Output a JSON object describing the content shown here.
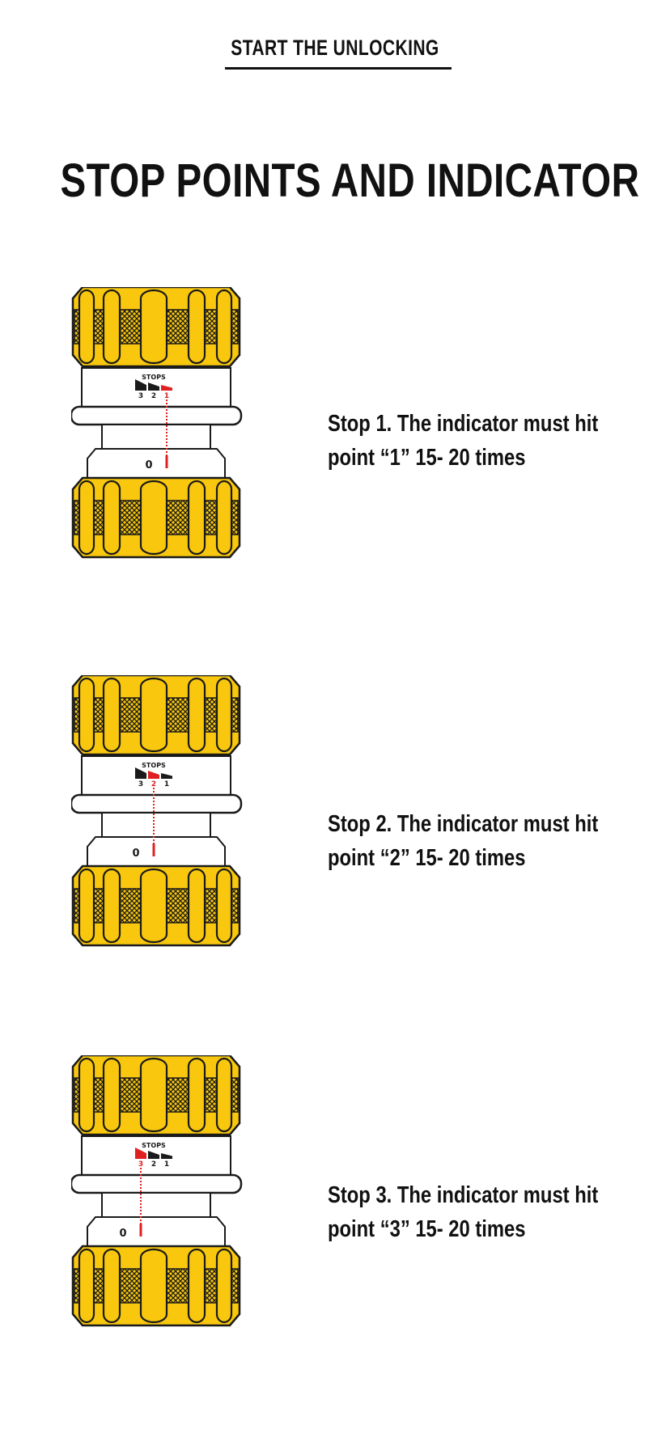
{
  "header": {
    "label": "START THE UNLOCKING"
  },
  "title": "STOP POINTS AND INDICATOR",
  "colors": {
    "body_yellow": "#F8C70E",
    "indicator_red": "#E02020",
    "outline": "#1A1A1A"
  },
  "steps": [
    {
      "caption_line1": "Stop 1. The indicator must hit",
      "caption_line2": " point “1” 15- 20 times",
      "active_point": 1,
      "dial": {
        "label": "STOPS",
        "numbers": [
          "3",
          "2",
          "1"
        ],
        "zero": "0"
      }
    },
    {
      "caption_line1": "Stop 2. The indicator must hit",
      "caption_line2": "  point “2” 15- 20 times",
      "active_point": 2,
      "dial": {
        "label": "STOPS",
        "numbers": [
          "3",
          "2",
          "1"
        ],
        "zero": "0"
      }
    },
    {
      "caption_line1": "Stop 3. The indicator must hit",
      "caption_line2": " point “3” 15- 20 times",
      "active_point": 3,
      "dial": {
        "label": "STOPS",
        "numbers": [
          "3",
          "2",
          "1"
        ],
        "zero": "0"
      }
    }
  ]
}
